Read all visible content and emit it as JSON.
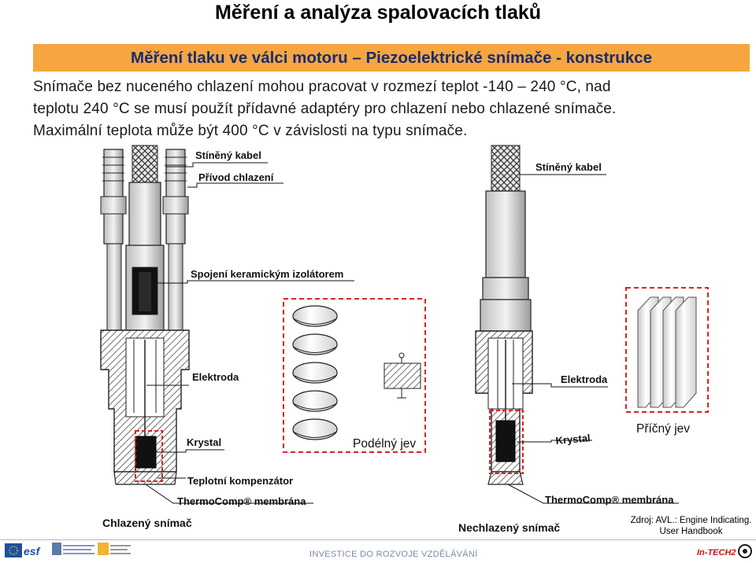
{
  "slide": {
    "title": "Měření a analýza spalovacích tlaků",
    "subtitle": "Měření tlaku ve válci motoru – Piezoelektrické snímače - konstrukce",
    "body_lines": [
      "Snímače bez nuceného chlazení mohou pracovat v rozmezí teplot -140 – 240 °C, nad",
      "teplotu 240 °C  se musí použít přídavné adaptéry pro chlazení nebo chlazené snímače.",
      "Maximální teplota může být 400 °C v závislosti na typu snímače."
    ]
  },
  "left_sensor": {
    "labels": {
      "shielded_cable": "Stíněný kabel",
      "cooling_inlet": "Přívod chlazení",
      "ceramic_joint": "Spojení keramickým izolátorem",
      "electrode": "Elektroda",
      "crystal": "Krystal",
      "temp_compensator": "Teplotní kompenzátor",
      "thermocomp": "ThermoComp® membrána"
    },
    "caption": "Chlazený snímač"
  },
  "right_sensor": {
    "labels": {
      "shielded_cable": "Stíněný kabel",
      "electrode": "Elektroda",
      "crystal": "Krystal",
      "thermocomp": "ThermoComp® membrána"
    },
    "caption": "Nechlazený snímač"
  },
  "effects": {
    "longitudinal": "Podélný jev",
    "transverse": "Příčný jev"
  },
  "source": {
    "line1": "Zdroj: AVL.: Engine Indicating.",
    "line2": "User Handbook"
  },
  "footer": {
    "text": "INVESTICE DO ROZVOJE VZDĚLÁVÁNÍ",
    "logo_left_1": "esf",
    "logo_right": "In-TECH2"
  },
  "colors": {
    "banner": "#f5a640",
    "banner_text": "#1c2b6e",
    "highlight_red": "#e02020"
  }
}
